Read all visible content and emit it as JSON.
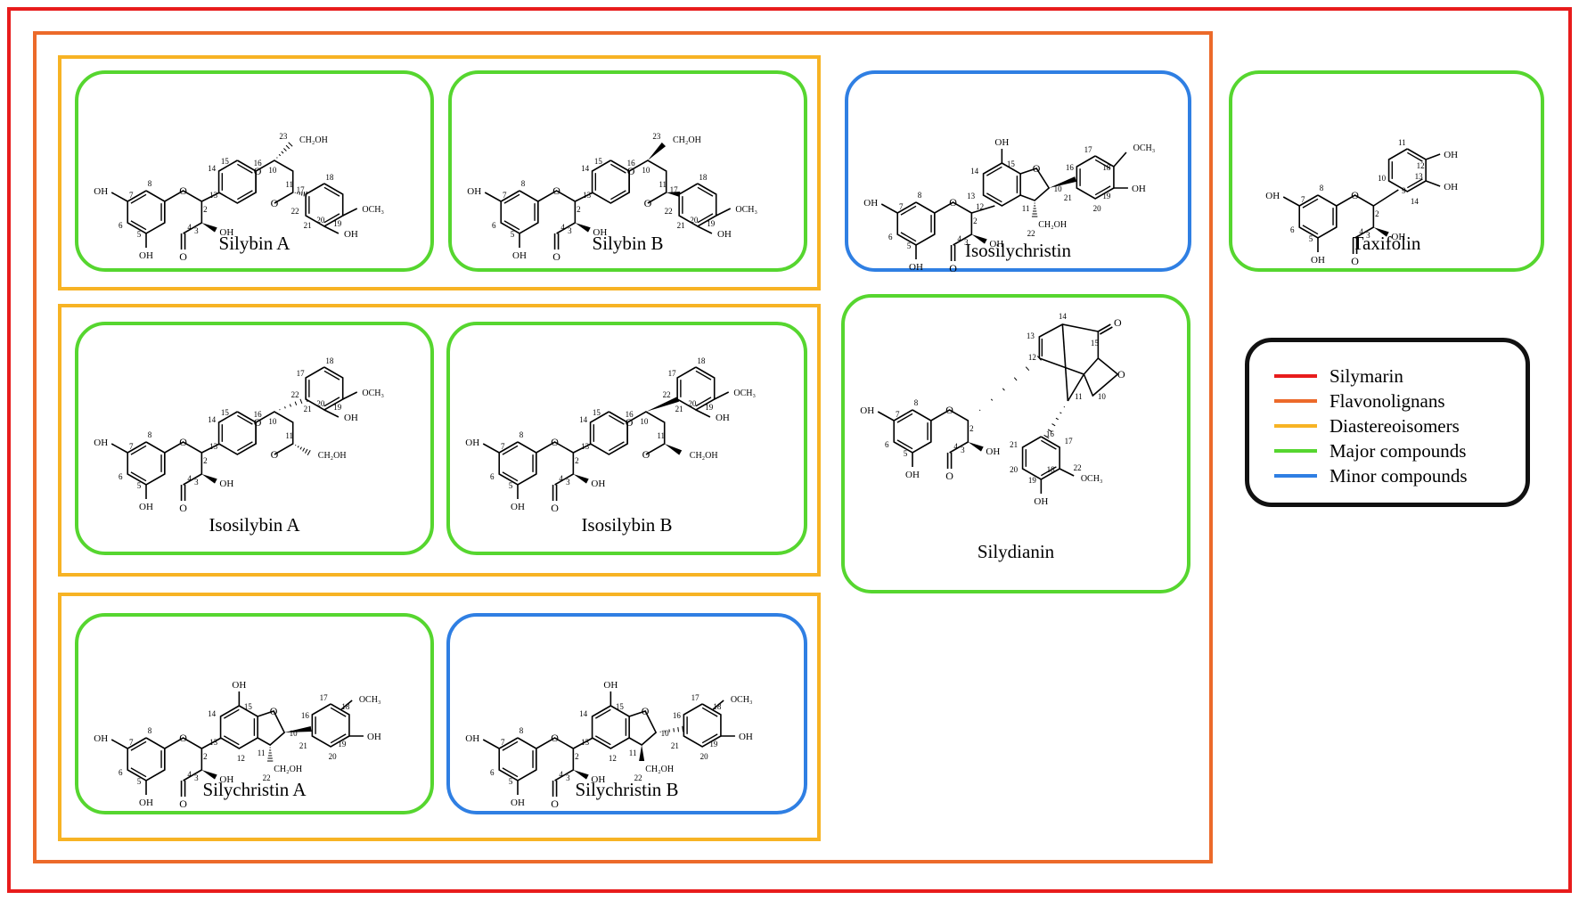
{
  "compounds": {
    "silybin_a": "Silybin A",
    "silybin_b": "Silybin B",
    "isosilychristin": "Isosilychristin",
    "taxifolin": "Taxifolin",
    "isosilybin_a": "Isosilybin A",
    "isosilybin_b": "Isosilybin B",
    "silydianin": "Silydianin",
    "silychristin_a": "Silychristin A",
    "silychristin_b": "Silychristin B"
  },
  "legend": [
    {
      "label": "Silymarin",
      "color": "#e81c1c"
    },
    {
      "label": "Flavonolignans",
      "color": "#ec6a2a"
    },
    {
      "label": "Diastereoisomers",
      "color": "#f7b324"
    },
    {
      "label": "Major compounds",
      "color": "#56d62f"
    },
    {
      "label": "Minor compounds",
      "color": "#2f7fe3"
    }
  ],
  "atom_labels": {
    "oh": "OH",
    "ch2oh": "CH₂OH",
    "och3": "OCH₃",
    "o": "O",
    "flavanone_numbers": [
      "2",
      "3",
      "4",
      "5",
      "6",
      "7",
      "8"
    ],
    "silybin_numbers": [
      "10",
      "11",
      "13",
      "14",
      "15",
      "16",
      "17",
      "18",
      "19",
      "20",
      "21",
      "22",
      "23"
    ],
    "silychristin_numbers": [
      "10",
      "11",
      "12",
      "13",
      "14",
      "15",
      "16",
      "17",
      "18",
      "19",
      "20",
      "21",
      "22"
    ],
    "taxifolin_numbers": [
      "9",
      "10",
      "11",
      "12",
      "13",
      "14"
    ],
    "silydianin_numbers": [
      "10",
      "11",
      "12",
      "13",
      "14",
      "15",
      "16",
      "17",
      "18",
      "19",
      "20",
      "21",
      "22"
    ]
  }
}
